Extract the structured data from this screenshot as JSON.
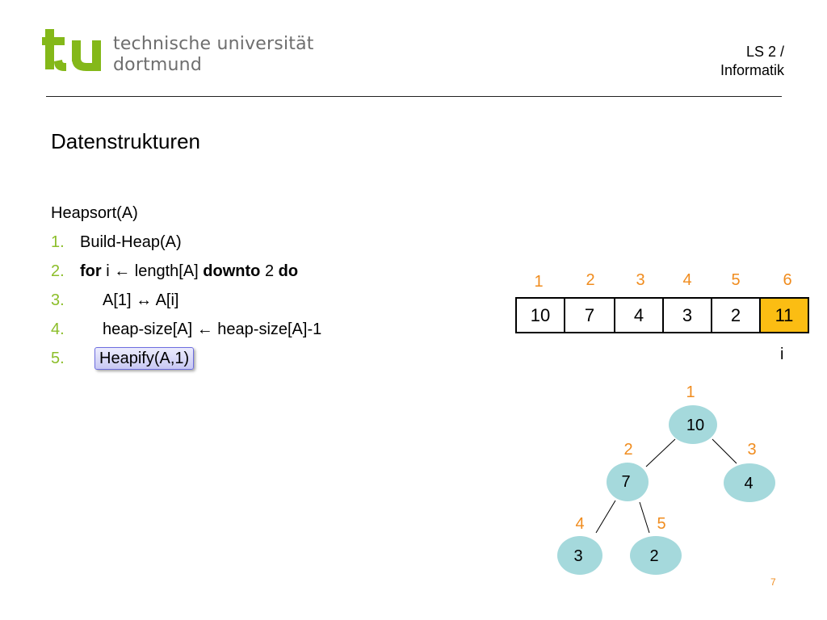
{
  "header": {
    "university_line1": "technische universität",
    "university_line2": "dortmund",
    "chair_line1": "LS 2 /",
    "chair_line2": "Informatik"
  },
  "title": "Datenstrukturen",
  "algorithm": {
    "name": "Heapsort(A)",
    "lines": [
      {
        "num": "1.",
        "text": "Build-Heap(A)"
      },
      {
        "num": "2.",
        "kw1": "for",
        "mid1": " i ← length[A] ",
        "kw2": "downto",
        "mid2": " 2 ",
        "kw3": "do"
      },
      {
        "num": "3.",
        "text": "A[1] ↔ A[i]"
      },
      {
        "num": "4.",
        "text": "heap-size[A] ← heap-size[A]-1"
      },
      {
        "num": "5.",
        "text": "Heapify(A,1)"
      }
    ]
  },
  "array": {
    "indices": [
      "1",
      "2",
      "3",
      "4",
      "5",
      "6"
    ],
    "values": [
      "10",
      "7",
      "4",
      "3",
      "2",
      "11"
    ],
    "pointer_label": "i",
    "highlight_color": "#fbbd13"
  },
  "tree": {
    "nodes": [
      {
        "index": "1",
        "value": "10"
      },
      {
        "index": "2",
        "value": "7"
      },
      {
        "index": "3",
        "value": "4"
      },
      {
        "index": "4",
        "value": "3"
      },
      {
        "index": "5",
        "value": "2"
      }
    ],
    "node_color": "#a5d9dc",
    "index_color": "#f08c1e"
  },
  "page_number": "7",
  "colors": {
    "logo_green": "#84b819",
    "list_number_green": "#8cbe2a",
    "index_orange": "#f08c1e"
  }
}
